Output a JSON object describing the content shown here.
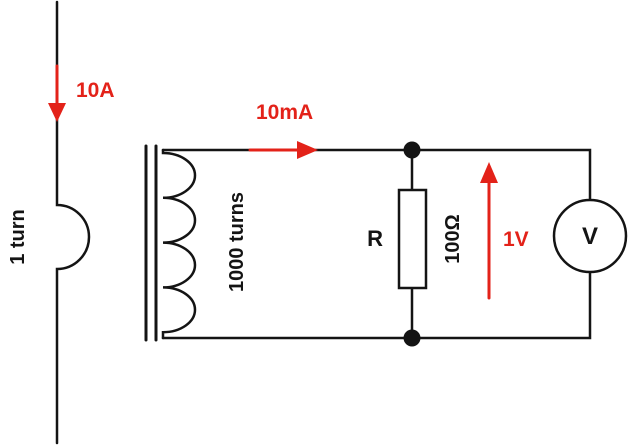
{
  "diagram": {
    "type": "circuit-current-transformer",
    "labels": {
      "primary_current": "10A",
      "secondary_current": "10mA",
      "primary_turns": "1 turn",
      "secondary_turns": "1000 turns",
      "resistor_name": "R",
      "resistor_value": "100Ω",
      "voltage_across": "1V",
      "voltmeter": "V"
    },
    "colors": {
      "annotation": "#e32219",
      "wire": "#141414",
      "background": "#ffffff"
    }
  }
}
